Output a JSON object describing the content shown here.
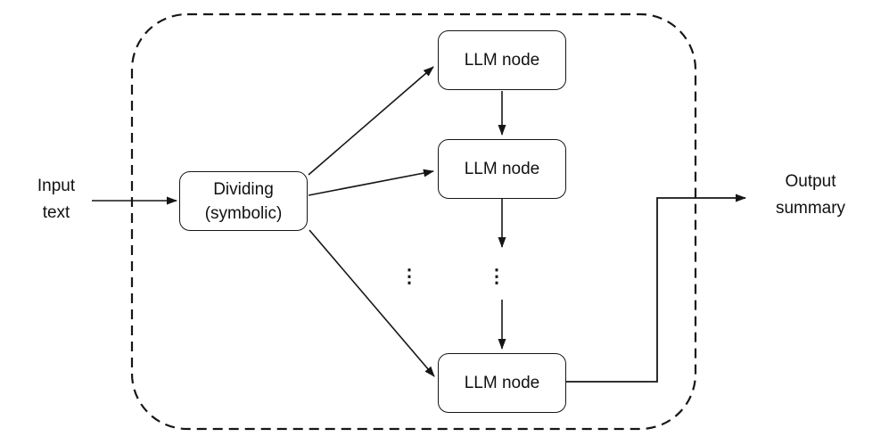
{
  "figure": {
    "background_color": "#ffffff",
    "stroke_color": "#161616",
    "input_label": {
      "line1": "Input",
      "line2": "text"
    },
    "output_label": {
      "line1": "Output",
      "line2": "summary"
    },
    "dividing_node": {
      "line1": "Dividing",
      "line2": "(symbolic)"
    },
    "llm_nodes": [
      {
        "label": "LLM node"
      },
      {
        "label": "LLM node"
      },
      {
        "label": "LLM node"
      }
    ],
    "ellipsis_left": "⋮",
    "ellipsis_middle": "⋮"
  }
}
